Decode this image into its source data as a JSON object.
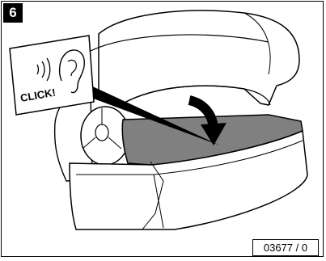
{
  "step": {
    "number": "6"
  },
  "callout": {
    "sound_label": "CLICK!",
    "icon": "ear-icon"
  },
  "figure": {
    "reference": "03677 / 0"
  },
  "colors": {
    "line": "#000000",
    "fill_gray": "#808080",
    "background": "#ffffff"
  }
}
